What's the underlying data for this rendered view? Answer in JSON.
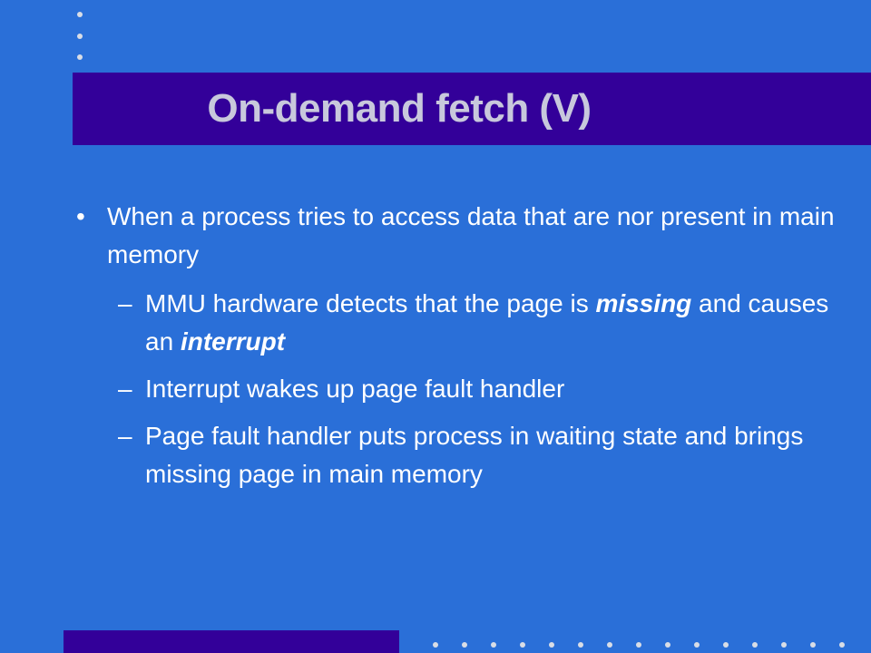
{
  "slide": {
    "title": "On-demand fetch (V)",
    "colors": {
      "background": "#2a6fd8",
      "band": "#330099",
      "title_text": "#c8c8dc",
      "body_text": "#ffffff",
      "dots": "#d9dde6"
    },
    "bullet_marker": "•",
    "dash_marker": "–",
    "bullets": [
      {
        "text": "When a process tries to access data that are nor present  in main memory",
        "sub": [
          {
            "p1": "MMU hardware detects that the page is ",
            "em1": "missing",
            "p2": " and causes an ",
            "em2": "interrupt"
          },
          {
            "text": "Interrupt  wakes up page fault handler"
          },
          {
            "text": "Page fault handler puts process in waiting state and brings missing page in main memory"
          }
        ]
      }
    ]
  }
}
